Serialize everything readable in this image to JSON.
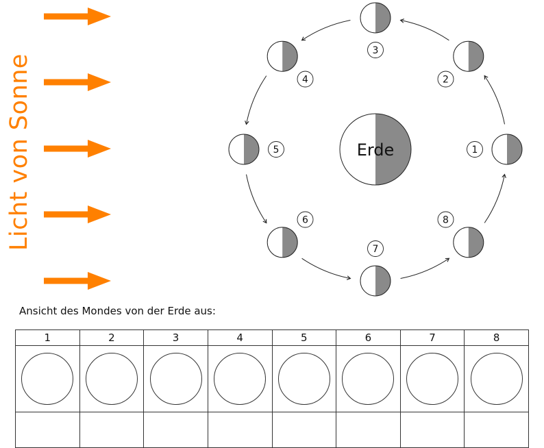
{
  "colors": {
    "orange": "#ff8000",
    "gray": "#8a8a8a"
  },
  "sun": {
    "label": "Licht von Sonne"
  },
  "orbit": {
    "earth_label": "Erde",
    "positions": [
      "1",
      "2",
      "3",
      "4",
      "5",
      "6",
      "7",
      "8"
    ]
  },
  "answer_section": {
    "caption": "Ansicht des Mondes von der Erde aus:",
    "columns": [
      "1",
      "2",
      "3",
      "4",
      "5",
      "6",
      "7",
      "8"
    ]
  }
}
